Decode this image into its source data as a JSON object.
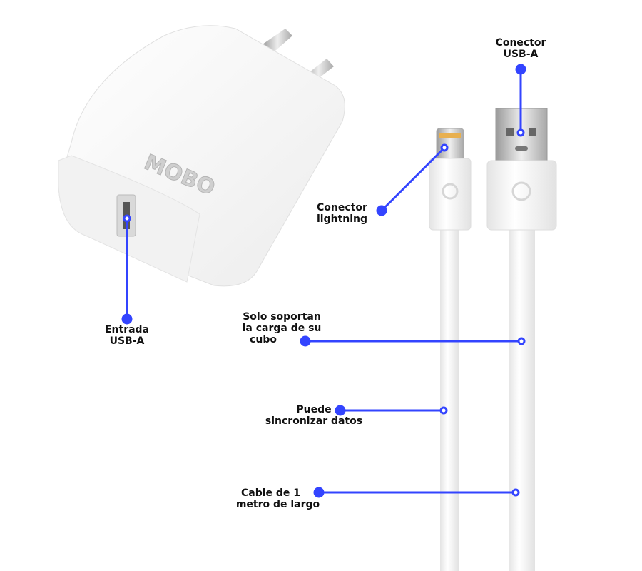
{
  "brand_logo": "MOBO",
  "accent_color": "#3344ff",
  "callouts": {
    "usb_a_connector": {
      "lines": [
        "Conector",
        "USB-A"
      ]
    },
    "lightning_connector": {
      "lines": [
        "Conector",
        "lightning"
      ]
    },
    "usb_a_input": {
      "lines": [
        "Entrada",
        "USB-A"
      ]
    },
    "charge_only": {
      "lines": [
        "Solo soportan",
        "la carga de su",
        "cubo"
      ]
    },
    "data_sync": {
      "lines": [
        "Puede",
        "sincronizar datos"
      ]
    },
    "cable_length": {
      "lines": [
        "Cable de 1",
        "metro de largo"
      ]
    }
  }
}
